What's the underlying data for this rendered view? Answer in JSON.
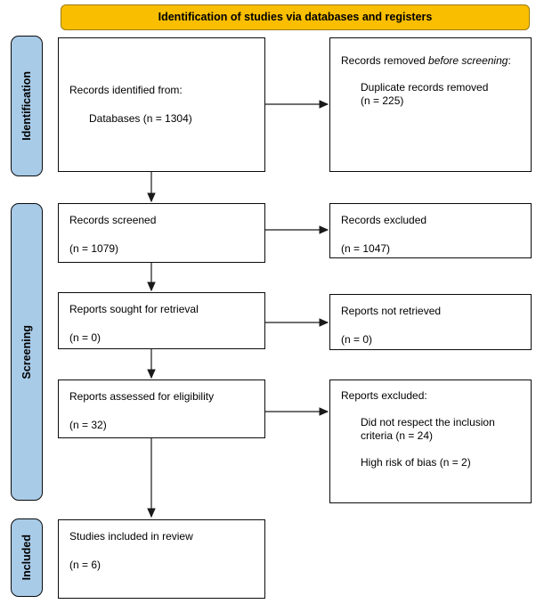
{
  "banner": {
    "label": "Identification of studies via databases and registers"
  },
  "colors": {
    "banner_bg": "#F9BE00",
    "banner_border": "#9C7C0C",
    "stage_bg": "#A8CBE8",
    "box_bg": "#FFFFFF",
    "arrow": "#1A1A1A"
  },
  "stages": {
    "identification": "Identification",
    "screening": "Screening",
    "included": "Included"
  },
  "boxes": {
    "identified": {
      "title": "Records identified from:",
      "detail": "Databases (n = 1304)"
    },
    "removed": {
      "title_pre": "Records removed ",
      "title_italic": "before screening",
      "title_post": ":",
      "detail": "Duplicate records removed\n(n = 225)"
    },
    "screened": {
      "title": "Records screened",
      "detail": "(n = 1079)"
    },
    "records_excluded": {
      "title": "Records excluded",
      "detail": "(n = 1047)"
    },
    "sought": {
      "title": "Reports sought for retrieval",
      "detail": "(n = 0)"
    },
    "not_retrieved": {
      "title": "Reports not retrieved",
      "detail": "(n = 0)"
    },
    "assessed": {
      "title": "Reports assessed for eligibility",
      "detail": "(n = 32)"
    },
    "reports_excluded": {
      "title": "Reports excluded:",
      "reason1": "Did not respect the inclusion\ncriteria (n = 24)",
      "reason2": "High risk of bias (n = 2)"
    },
    "included_review": {
      "title": "Studies included in review",
      "detail": "(n = 6)"
    }
  }
}
